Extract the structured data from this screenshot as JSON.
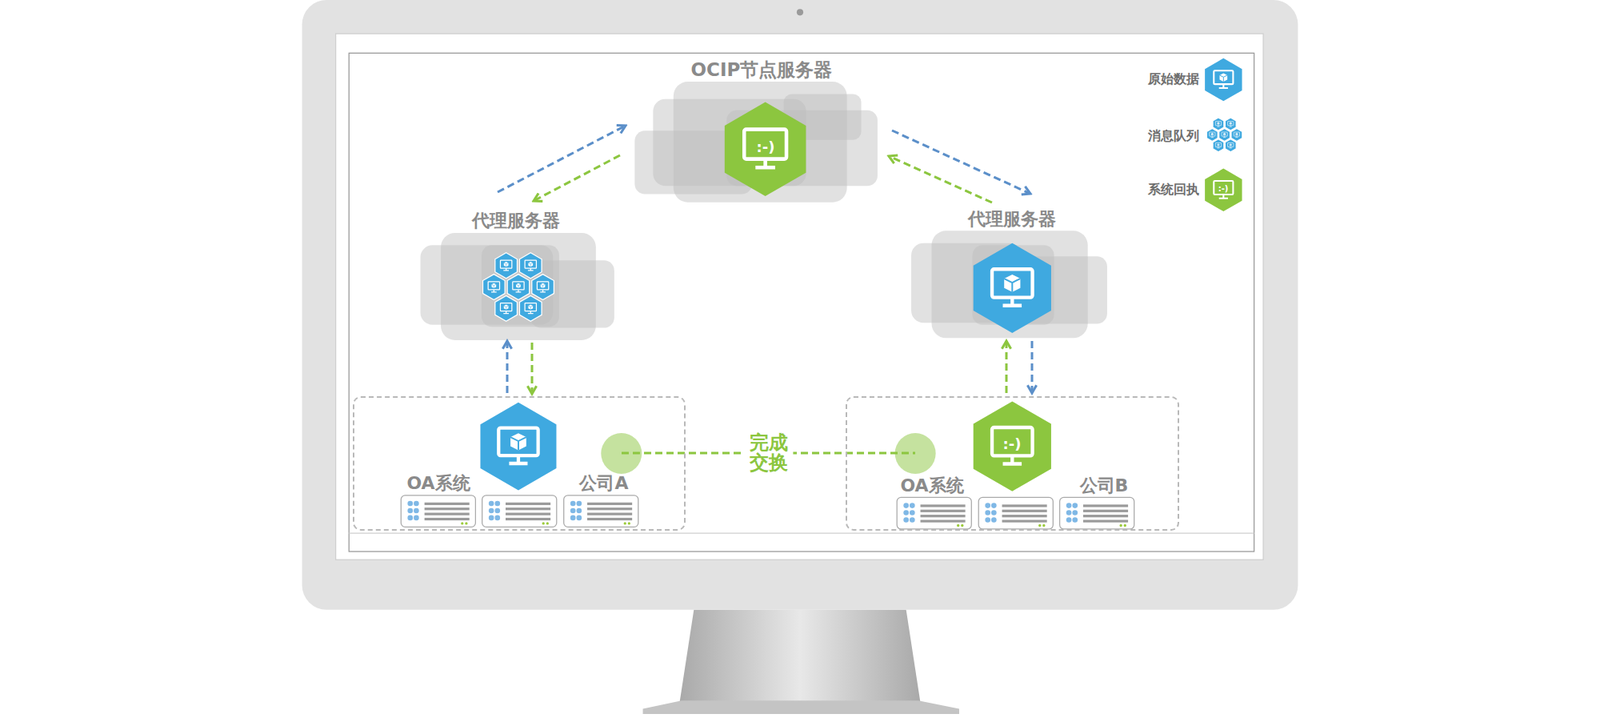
{
  "diagram": {
    "nodes": [
      {
        "text": [
          "OCIP节点服务器"
        ]
      },
      {
        "text": [
          "代理服务器"
        ]
      },
      {
        "text": [
          "代理服务器"
        ]
      },
      {
        "text": [
          "OA系统",
          "公司A"
        ]
      },
      {
        "text": [
          "OA系统",
          "公司B"
        ]
      }
    ],
    "edges": [
      {
        "from": 1,
        "to": 0,
        "arrow": "to"
      },
      {
        "from": 0,
        "to": 1,
        "arrow": "to"
      },
      {
        "from": 0,
        "to": 2,
        "arrow": "to"
      },
      {
        "from": 2,
        "to": 0,
        "arrow": "to"
      },
      {
        "from": 3,
        "to": 1,
        "arrow": "to"
      },
      {
        "from": 1,
        "to": 3,
        "arrow": "to"
      },
      {
        "from": 2,
        "to": 4,
        "arrow": "to"
      },
      {
        "from": 4,
        "to": 2,
        "arrow": "to"
      },
      {
        "from": 3,
        "to": 4,
        "label": "完成 交换",
        "arrow": "none"
      }
    ],
    "labels": [
      ":-)",
      ":-)",
      ":-)"
    ],
    "legend": [
      {
        "text": "原始数据"
      },
      {
        "text": "消息队列"
      },
      {
        "text": "系统回执"
      }
    ]
  }
}
